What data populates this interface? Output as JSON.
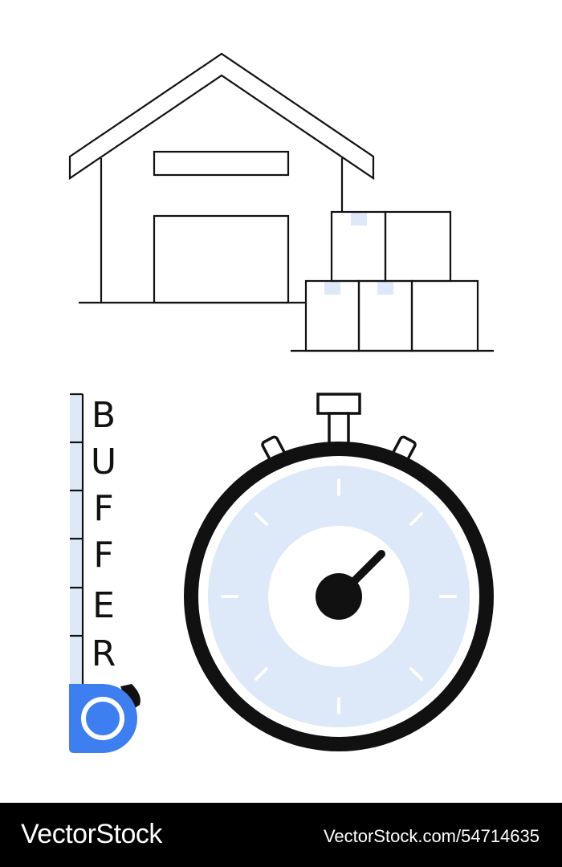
{
  "buffer_letters": [
    "B",
    "U",
    "F",
    "F",
    "E",
    "R"
  ],
  "footer": {
    "brand": "VectorStock",
    "image_id": "VectorStock.com/54714635"
  },
  "colors": {
    "line": "#111111",
    "accent_light": "#dde8f8",
    "accent_blue": "#3d7ef0",
    "background": "#ffffff",
    "footer_background": "#000000"
  },
  "icons": [
    "warehouse-icon",
    "box-stack-icon",
    "tape-measure-icon",
    "stopwatch-icon"
  ]
}
